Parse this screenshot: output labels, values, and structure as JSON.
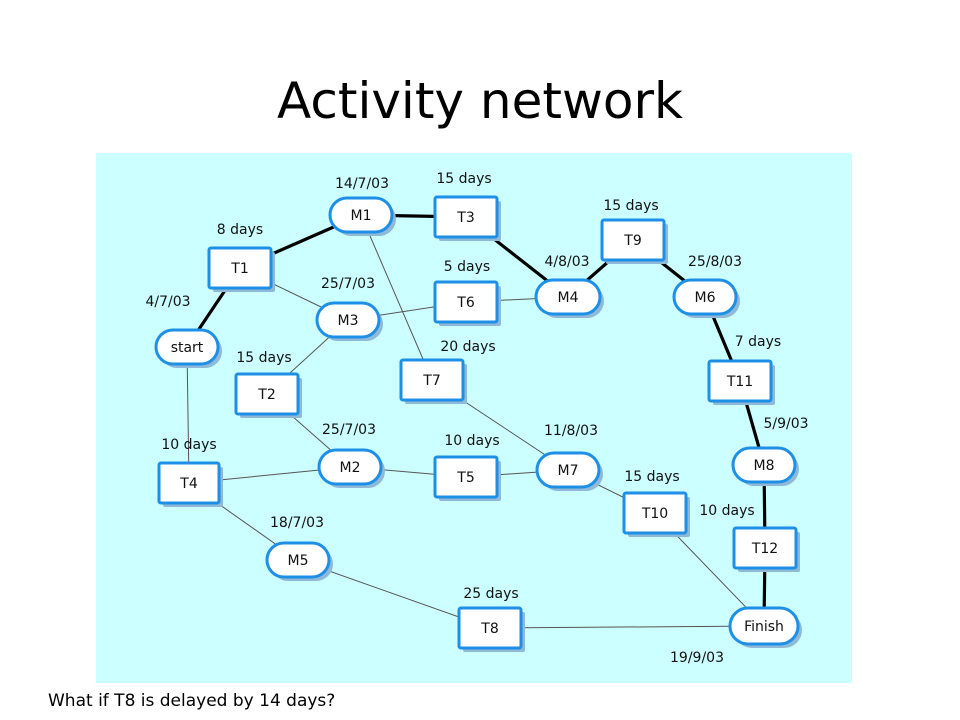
{
  "slide": {
    "title": "Activity network",
    "caption": "What if T8 is delayed by 14 days?"
  },
  "diagram": {
    "background": "#ccffff",
    "node_stroke": "#1d8fe6",
    "nodes": [
      {
        "id": "start",
        "label": "start",
        "kind": "milestone"
      },
      {
        "id": "M1",
        "label": "M1",
        "kind": "milestone"
      },
      {
        "id": "M3",
        "label": "M3",
        "kind": "milestone"
      },
      {
        "id": "M4",
        "label": "M4",
        "kind": "milestone"
      },
      {
        "id": "M6",
        "label": "M6",
        "kind": "milestone"
      },
      {
        "id": "M2",
        "label": "M2",
        "kind": "milestone"
      },
      {
        "id": "M7",
        "label": "M7",
        "kind": "milestone"
      },
      {
        "id": "M8",
        "label": "M8",
        "kind": "milestone"
      },
      {
        "id": "M5",
        "label": "M5",
        "kind": "milestone"
      },
      {
        "id": "finish",
        "label": "Finish",
        "kind": "milestone"
      },
      {
        "id": "T1",
        "label": "T1",
        "kind": "task"
      },
      {
        "id": "T2",
        "label": "T2",
        "kind": "task"
      },
      {
        "id": "T3",
        "label": "T3",
        "kind": "task"
      },
      {
        "id": "T4",
        "label": "T4",
        "kind": "task"
      },
      {
        "id": "T5",
        "label": "T5",
        "kind": "task"
      },
      {
        "id": "T6",
        "label": "T6",
        "kind": "task"
      },
      {
        "id": "T7",
        "label": "T7",
        "kind": "task"
      },
      {
        "id": "T8",
        "label": "T8",
        "kind": "task"
      },
      {
        "id": "T9",
        "label": "T9",
        "kind": "task"
      },
      {
        "id": "T10",
        "label": "T10",
        "kind": "task"
      },
      {
        "id": "T11",
        "label": "T11",
        "kind": "task"
      },
      {
        "id": "T12",
        "label": "T12",
        "kind": "task"
      }
    ],
    "edges": [
      {
        "from": "start",
        "to": "T1",
        "critical": true
      },
      {
        "from": "T1",
        "to": "M1",
        "critical": true
      },
      {
        "from": "M1",
        "to": "T3",
        "critical": true
      },
      {
        "from": "T3",
        "to": "M4",
        "critical": true
      },
      {
        "from": "M4",
        "to": "T9",
        "critical": true
      },
      {
        "from": "T9",
        "to": "M6",
        "critical": true
      },
      {
        "from": "M6",
        "to": "T11",
        "critical": true
      },
      {
        "from": "T11",
        "to": "M8",
        "critical": true
      },
      {
        "from": "M8",
        "to": "T12",
        "critical": true
      },
      {
        "from": "T12",
        "to": "finish",
        "critical": true
      },
      {
        "from": "T1",
        "to": "M3",
        "critical": false
      },
      {
        "from": "M1",
        "to": "T7",
        "critical": false
      },
      {
        "from": "M3",
        "to": "T6",
        "critical": false
      },
      {
        "from": "T6",
        "to": "M4",
        "critical": false
      },
      {
        "from": "M3",
        "to": "T2",
        "critical": false
      },
      {
        "from": "T2",
        "to": "M2",
        "critical": false
      },
      {
        "from": "start",
        "to": "T4",
        "critical": false
      },
      {
        "from": "T4",
        "to": "M2",
        "critical": false
      },
      {
        "from": "M2",
        "to": "T5",
        "critical": false
      },
      {
        "from": "T5",
        "to": "M7",
        "critical": false
      },
      {
        "from": "T7",
        "to": "M7",
        "critical": false
      },
      {
        "from": "M7",
        "to": "T10",
        "critical": false
      },
      {
        "from": "T10",
        "to": "finish",
        "critical": false
      },
      {
        "from": "T4",
        "to": "M5",
        "critical": false
      },
      {
        "from": "M5",
        "to": "T8",
        "critical": false
      },
      {
        "from": "T8",
        "to": "finish",
        "critical": false
      }
    ],
    "annotations": [
      {
        "id": "d-t1",
        "text": "8 days"
      },
      {
        "id": "date-start",
        "text": "4/7/03"
      },
      {
        "id": "date-m1",
        "text": "14/7/03"
      },
      {
        "id": "d-t3",
        "text": "15 days"
      },
      {
        "id": "date-m3",
        "text": "25/7/03"
      },
      {
        "id": "d-t6",
        "text": "5 days"
      },
      {
        "id": "d-t9",
        "text": "15 days"
      },
      {
        "id": "date-m4",
        "text": "4/8/03"
      },
      {
        "id": "date-m6",
        "text": "25/8/03"
      },
      {
        "id": "d-t2",
        "text": "15 days"
      },
      {
        "id": "d-t7",
        "text": "20 days"
      },
      {
        "id": "d-t11",
        "text": "7 days"
      },
      {
        "id": "date-m2",
        "text": "25/7/03"
      },
      {
        "id": "d-t4",
        "text": "10 days"
      },
      {
        "id": "d-t5",
        "text": "10 days"
      },
      {
        "id": "date-m7",
        "text": "11/8/03"
      },
      {
        "id": "date-m8",
        "text": "5/9/03"
      },
      {
        "id": "d-t10",
        "text": "15 days"
      },
      {
        "id": "d-t12",
        "text": "10 days"
      },
      {
        "id": "date-m5",
        "text": "18/7/03"
      },
      {
        "id": "d-t8",
        "text": "25 days"
      },
      {
        "id": "date-finish",
        "text": "19/9/03"
      }
    ]
  }
}
